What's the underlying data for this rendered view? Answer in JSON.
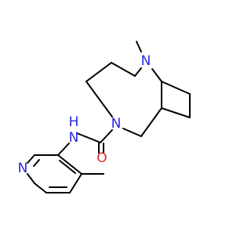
{
  "molecule": {
    "atoms": {
      "n_bridge": {
        "text": "N",
        "color": "#2929e0"
      },
      "n_ring": {
        "text": "N",
        "color": "#2929e0"
      },
      "n_amide": {
        "text": "N",
        "color": "#2929e0"
      },
      "h_amide": {
        "text": "H",
        "color": "#2929e0"
      },
      "o_carbonyl": {
        "text": "O",
        "color": "#e02929"
      },
      "n_pyridine": {
        "text": "N",
        "color": "#2929e0"
      }
    },
    "bond_color": "#000000"
  }
}
